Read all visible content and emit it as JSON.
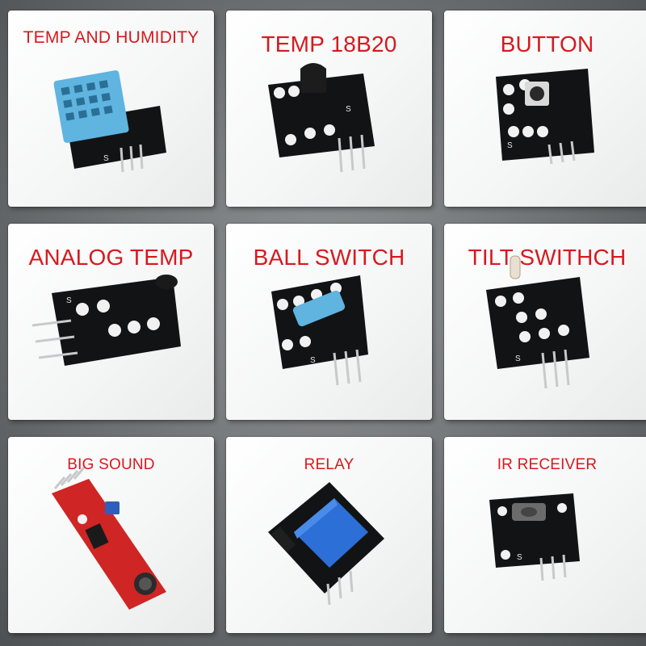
{
  "modules": [
    {
      "label": "TEMP AND HUMIDITY"
    },
    {
      "label": "TEMP 18B20"
    },
    {
      "label": "BUTTON"
    },
    {
      "label": "ANALOG TEMP"
    },
    {
      "label": "BALL SWITCH"
    },
    {
      "label": "TILT SWITHCH"
    },
    {
      "label": "BIG SOUND"
    },
    {
      "label": "RELAY"
    },
    {
      "label": "IR RECEIVER"
    }
  ],
  "pin_mark": "S",
  "colors": {
    "label_red": "#d51a1f",
    "pcb_black": "#121314",
    "pcb_red": "#cf2525",
    "sensor_blue": "#5fb4e0",
    "relay_blue": "#2c6fd6"
  }
}
